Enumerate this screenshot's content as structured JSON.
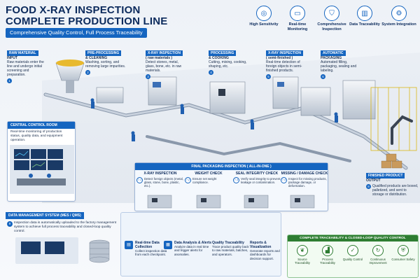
{
  "header": {
    "title_line1": "FOOD X-RAY INSPECTION",
    "title_line2": "COMPLETE PRODUCTION LINE",
    "subtitle": "Comprehensive Quality Control, Full Process Traceability"
  },
  "features": [
    {
      "label": "High Sensitivity",
      "icon": "target-icon"
    },
    {
      "label": "Real-time Monitoring",
      "icon": "monitor-icon"
    },
    {
      "label": "Comprehensive Inspection",
      "icon": "shield-icon"
    },
    {
      "label": "Data Traceability",
      "icon": "chart-icon"
    },
    {
      "label": "System Integration",
      "icon": "gear-icon"
    }
  ],
  "stages": {
    "raw": {
      "title": "RAW MATERIAL",
      "subtitle": "INPUT",
      "desc": "Raw materials enter the line and undergo initial screening and preparation.",
      "num": "1"
    },
    "pre": {
      "title": "PRE-PROCESSING",
      "subtitle": "& CLEANING",
      "desc": "Washing, sorting, and removing large impurities.",
      "num": "2"
    },
    "xray1": {
      "title": "X-RAY INSPECTION",
      "subtitle": "( raw materials )",
      "desc": "Detect stones, metal, glass, bone, etc. in raw materials.",
      "num": "3"
    },
    "proc": {
      "title": "PROCESSING",
      "subtitle": "& COOKING",
      "desc": "Cutting, mixing, cooking, shaping, etc.",
      "num": "4"
    },
    "xray2": {
      "title": "X-RAY INSPECTION",
      "subtitle": "( semi-finished )",
      "desc": "Real-time detection of foreign objects in semi-finished products.",
      "num": "5"
    },
    "pack": {
      "title": "AUTOMATIC",
      "subtitle": "PACKAGING",
      "desc": "Automated filling, packaging, sealing and labeling.",
      "num": "6"
    }
  },
  "control_room": {
    "title": "CENTRAL CONTROL ROOM",
    "desc": "Real-time monitoring of production status, quality data, and equipment operation."
  },
  "final_packaging": {
    "title": "FINAL PACKAGING INSPECTION ( ALL-IN-ONE )",
    "cols": [
      {
        "num": "7.1",
        "title": "X-RAY INSPECTION",
        "desc": "Detect foreign objects (metal, glass, stone, bone, plastic, etc.)."
      },
      {
        "num": "7.2",
        "title": "WEIGHT CHECK",
        "desc": "Ensure net weight compliance."
      },
      {
        "num": "7.3",
        "title": "SEAL INTEGRITY CHECK",
        "desc": "Verify seal integrity to prevent leakage or contamination."
      },
      {
        "num": "7.4",
        "title": "MISSING / DAMAGE CHECK",
        "desc": "Inspect for missing products, package damage, or deformation."
      }
    ]
  },
  "finished_output": {
    "title": "FINISHED PRODUCT",
    "subtitle": "OUTPUT",
    "desc": "Qualified products are boxed, palletized, and sent to storage or distribution.",
    "num": "8"
  },
  "data_management": {
    "title": "DATA MANAGEMENT SYSTEM (MES / QMS)",
    "desc": "Inspection data is automatically uploaded to the factory management system to achieve full process traceability and closed-loop quality control.",
    "num": "9",
    "flow": [
      {
        "title": "Real-time Data Collection",
        "desc": "Collect inspection data from each checkpoint."
      },
      {
        "title": "Data Analysis & Alerts",
        "desc": "Analyze data in real time and trigger alerts for anomalies."
      },
      {
        "title": "Quality Traceability",
        "desc": "Trace product quality back to raw materials, batches, and operators."
      },
      {
        "title": "Reports & Visualization",
        "desc": "Generate reports and dashboards for decision support."
      }
    ]
  },
  "traceability": {
    "title": "COMPLETE TRACEABILITY & CLOSED-LOOP QUALITY CONTROL",
    "items": [
      {
        "label": "Source Traceability",
        "icon": "leaf-icon"
      },
      {
        "label": "Process Traceability",
        "icon": "factory-icon"
      },
      {
        "label": "Quality Control",
        "icon": "clipboard-icon"
      },
      {
        "label": "Continuous Improvement",
        "icon": "refresh-icon"
      },
      {
        "label": "Consumer Safety",
        "icon": "shield-check-icon"
      }
    ]
  },
  "colors": {
    "accent": "#1565c0",
    "navy": "#0b2a5c",
    "green": "#2e7d32"
  }
}
